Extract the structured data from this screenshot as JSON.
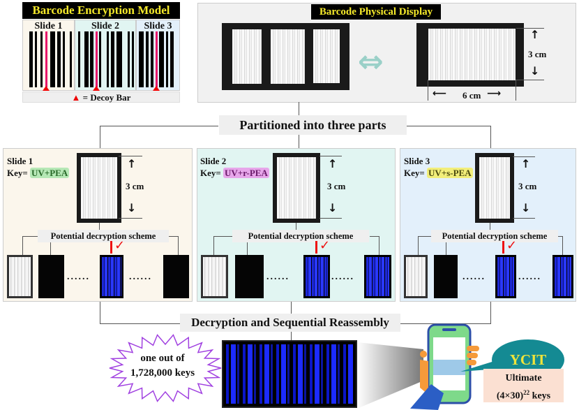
{
  "encryption_model": {
    "title": "Barcode Encryption Model",
    "slides": [
      {
        "label": "Slide 1",
        "bg": "#fbf6ec"
      },
      {
        "label": "Slide 2",
        "bg": "#e1f5f2"
      },
      {
        "label": "Slide 3",
        "bg": "#e3f0fb"
      }
    ],
    "legend_symbol": "▲",
    "legend_text": "= Decoy Bar",
    "decoy_color": "#e8166b"
  },
  "physical_display": {
    "title": "Barcode Physical Display",
    "height_label": "3 cm",
    "width_label": "6 cm",
    "arrow": "⇔"
  },
  "partition": {
    "title": "Partitioned into three parts",
    "slides": [
      {
        "label": "Slide 1",
        "key_prefix": "Key=",
        "key": "UV+PEA",
        "key_highlight": "#a6e3a6",
        "bg": "#fbf6ec",
        "size_label": "3 cm",
        "scheme_title": "Potential decryption scheme",
        "dots": "......",
        "check": "✓"
      },
      {
        "label": "Slide 2",
        "key_prefix": "Key=",
        "key": "UV+r-PEA",
        "key_highlight": "#e39be6",
        "bg": "#e1f5f2",
        "size_label": "3 cm",
        "scheme_title": "Potential decryption scheme",
        "dots": "......",
        "check": "✓"
      },
      {
        "label": "Slide 3",
        "key_prefix": "Key=",
        "key": "UV+s-PEA",
        "key_highlight": "#f2ee7a",
        "bg": "#e3f0fb",
        "size_label": "3 cm",
        "scheme_title": "Potential decryption scheme",
        "dots": "......",
        "check": "✓"
      }
    ]
  },
  "reassembly": {
    "title": "Decryption and Sequential Reassembly",
    "burst_line1": "one out of",
    "burst_line2": "1,728,000 keys",
    "decoded_text": "YCIT",
    "ultimate_line1": "Ultimate",
    "ultimate_line2_base": "(4×30)",
    "ultimate_line2_exp": "22",
    "ultimate_line2_suffix": " keys"
  }
}
